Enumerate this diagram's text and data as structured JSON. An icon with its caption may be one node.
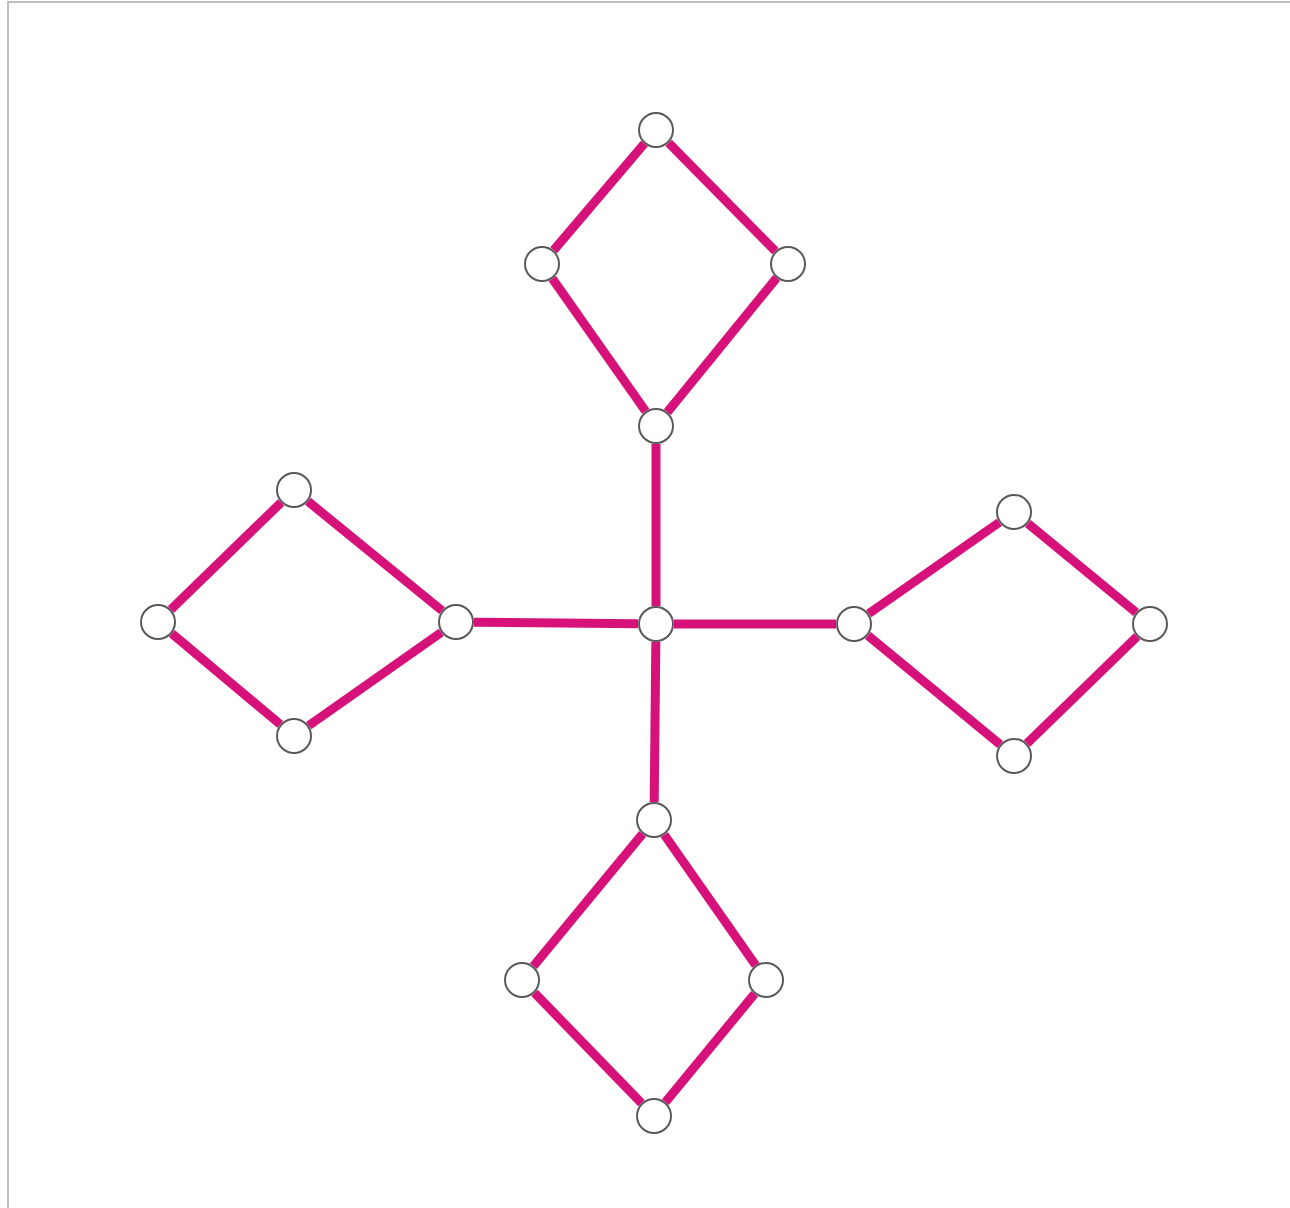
{
  "diagram": {
    "nodes": [
      {
        "text": [],
        "shape": "circle"
      },
      {
        "text": [],
        "shape": "circle"
      },
      {
        "text": [],
        "shape": "circle"
      },
      {
        "text": [],
        "shape": "circle"
      },
      {
        "text": [],
        "shape": "circle"
      },
      {
        "text": [],
        "shape": "circle"
      },
      {
        "text": [],
        "shape": "circle"
      },
      {
        "text": [],
        "shape": "circle"
      },
      {
        "text": [],
        "shape": "circle"
      },
      {
        "text": [],
        "shape": "circle"
      },
      {
        "text": [],
        "shape": "circle"
      },
      {
        "text": [],
        "shape": "circle"
      },
      {
        "text": [],
        "shape": "circle"
      },
      {
        "text": [],
        "shape": "circle"
      },
      {
        "text": [],
        "shape": "circle"
      },
      {
        "text": [],
        "shape": "circle"
      },
      {
        "text": [],
        "shape": "circle"
      }
    ],
    "edges": [
      {
        "from": 0,
        "to": 1,
        "arrow": "none"
      },
      {
        "from": 0,
        "to": 2,
        "arrow": "none"
      },
      {
        "from": 1,
        "to": 3,
        "arrow": "none"
      },
      {
        "from": 2,
        "to": 3,
        "arrow": "none"
      },
      {
        "from": 3,
        "to": 8,
        "arrow": "none"
      },
      {
        "from": 4,
        "to": 6,
        "arrow": "none"
      },
      {
        "from": 4,
        "to": 7,
        "arrow": "none"
      },
      {
        "from": 6,
        "to": 11,
        "arrow": "none"
      },
      {
        "from": 7,
        "to": 11,
        "arrow": "none"
      },
      {
        "from": 7,
        "to": 8,
        "arrow": "none"
      },
      {
        "from": 5,
        "to": 9,
        "arrow": "none"
      },
      {
        "from": 5,
        "to": 10,
        "arrow": "none"
      },
      {
        "from": 9,
        "to": 12,
        "arrow": "none"
      },
      {
        "from": 10,
        "to": 12,
        "arrow": "none"
      },
      {
        "from": 8,
        "to": 9,
        "arrow": "none"
      },
      {
        "from": 13,
        "to": 14,
        "arrow": "none"
      },
      {
        "from": 13,
        "to": 15,
        "arrow": "none"
      },
      {
        "from": 14,
        "to": 16,
        "arrow": "none"
      },
      {
        "from": 15,
        "to": 16,
        "arrow": "none"
      },
      {
        "from": 8,
        "to": 13,
        "arrow": "none"
      }
    ]
  }
}
